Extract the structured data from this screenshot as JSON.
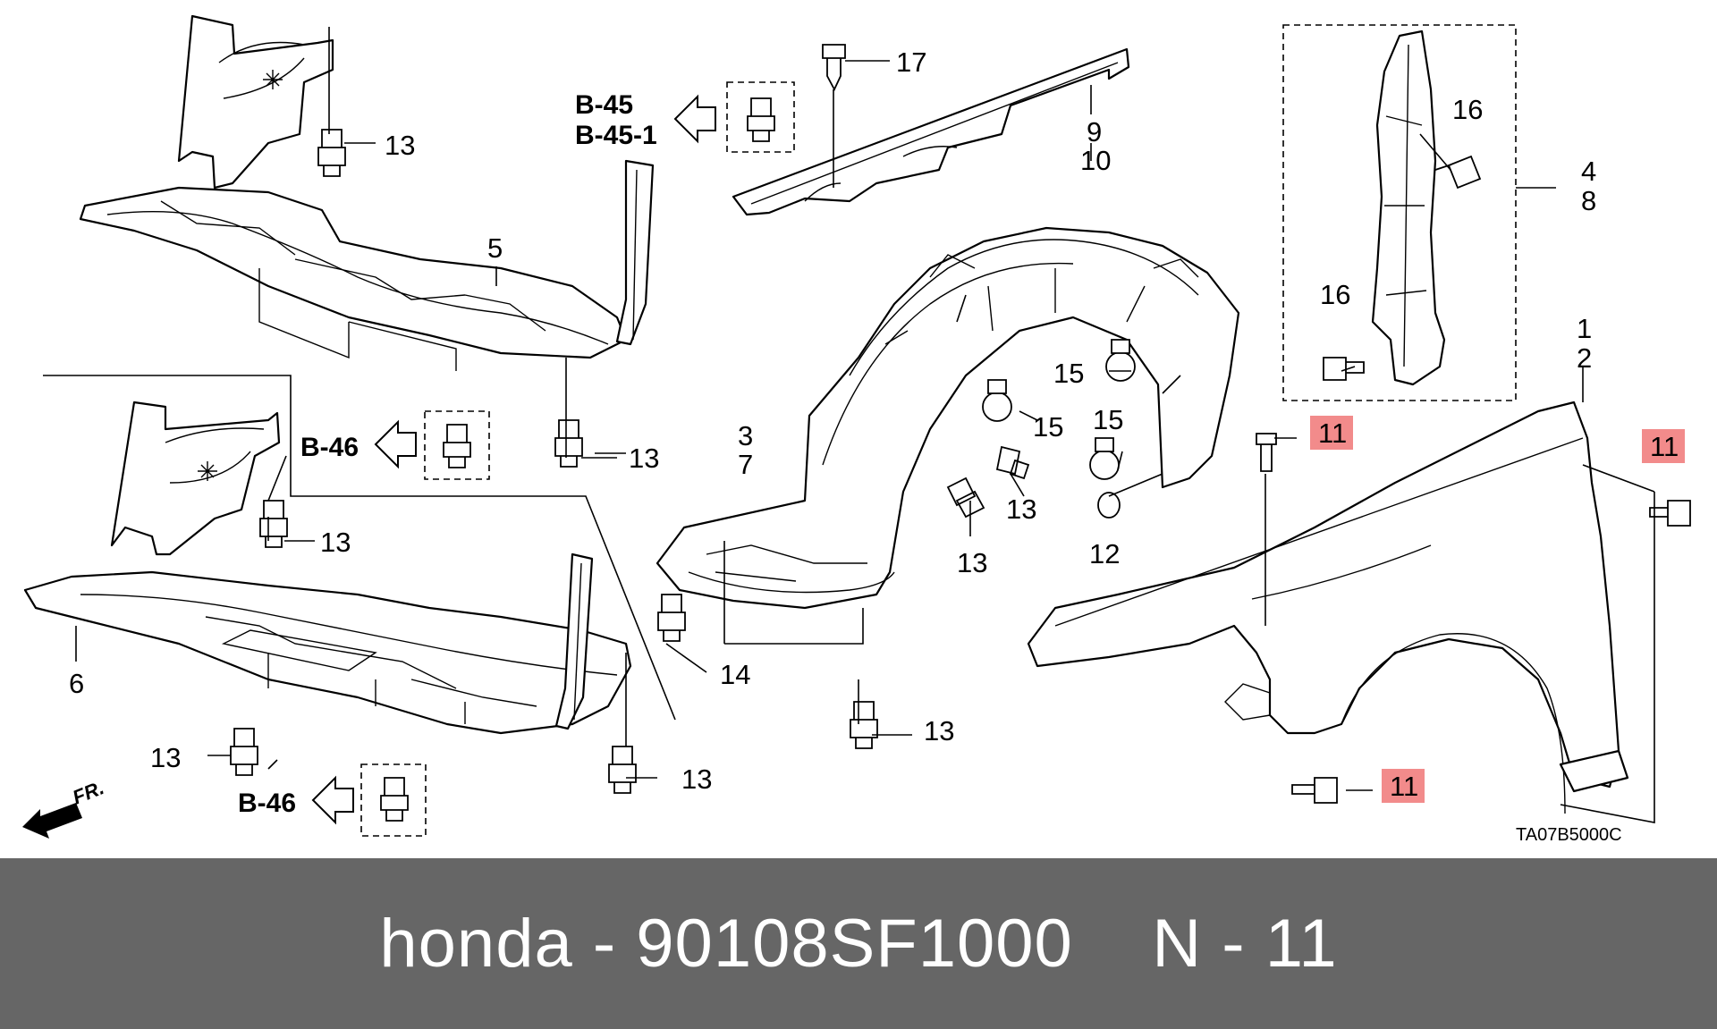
{
  "labels": {
    "n1": "1",
    "n2": "2",
    "n3": "3",
    "n4": "4",
    "n5": "5",
    "n6": "6",
    "n7": "7",
    "n8": "8",
    "n9": "9",
    "n10": "10",
    "n11": "11",
    "n12": "12",
    "n13": "13",
    "n14": "14",
    "n15": "15",
    "n16": "16",
    "n17": "17"
  },
  "refs": {
    "b45": "B-45",
    "b45_1": "B-45-1",
    "b46": "B-46"
  },
  "front_marker": "FR.",
  "diagram_code": "TA07B5000C",
  "highlight_color": "#f28b8b",
  "footer": {
    "brand": "honda",
    "separator": " - ",
    "part_number": "90108SF1000",
    "ref_separator": "    N - ",
    "ref_number": "11",
    "background": "#666666"
  }
}
